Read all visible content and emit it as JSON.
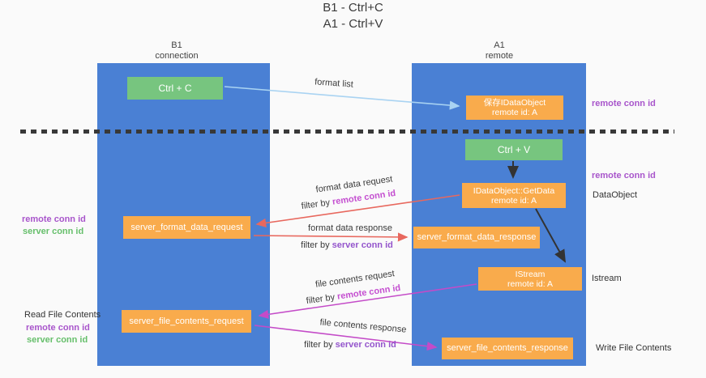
{
  "title": {
    "line1": "B1 - Ctrl+C",
    "line2": "A1 - Ctrl+V"
  },
  "lanes": {
    "left": {
      "title": "B1",
      "subtitle": "connection"
    },
    "right": {
      "title": "A1",
      "subtitle": "remote"
    }
  },
  "boxes": {
    "ctrl_c": "Ctrl + C",
    "ctrl_v": "Ctrl + V",
    "save_obj_l1": "保存IDataObject",
    "save_obj_l2": "remote id: A",
    "getdata_l1": "IDataObject::GetData",
    "getdata_l2": "remote id: A",
    "istream_l1": "IStream",
    "istream_l2": "remote id: A",
    "format_request": "server_format_data_request",
    "format_response": "server_format_data_response",
    "file_request": "server_file_contents_request",
    "file_response": "server_file_contents_response"
  },
  "labels": {
    "format_list": "format list",
    "format_data_request": "format data request",
    "format_data_response": "format data response",
    "file_contents_request": "file contents request",
    "file_contents_response": "file contents response",
    "filter_by": "filter by ",
    "remote_conn_id": "remote conn id",
    "server_conn_id": "server conn id",
    "read_file_contents": "Read File Contents",
    "write_file_contents": "Write File Contents",
    "dataobject": "DataObject",
    "istream": "Istream"
  },
  "colors": {
    "lane_blue": "#4a80d4",
    "box_orange": "#f9ab4c",
    "box_green": "#77c57f",
    "arrow_red": "#e8685e",
    "arrow_magenta": "#c44bc8",
    "arrow_blue": "#a9d3f2",
    "arrow_black": "#333333",
    "text_purple": "#a855cb",
    "text_magenta": "#c44fd0",
    "text_green": "#66bf6b"
  }
}
